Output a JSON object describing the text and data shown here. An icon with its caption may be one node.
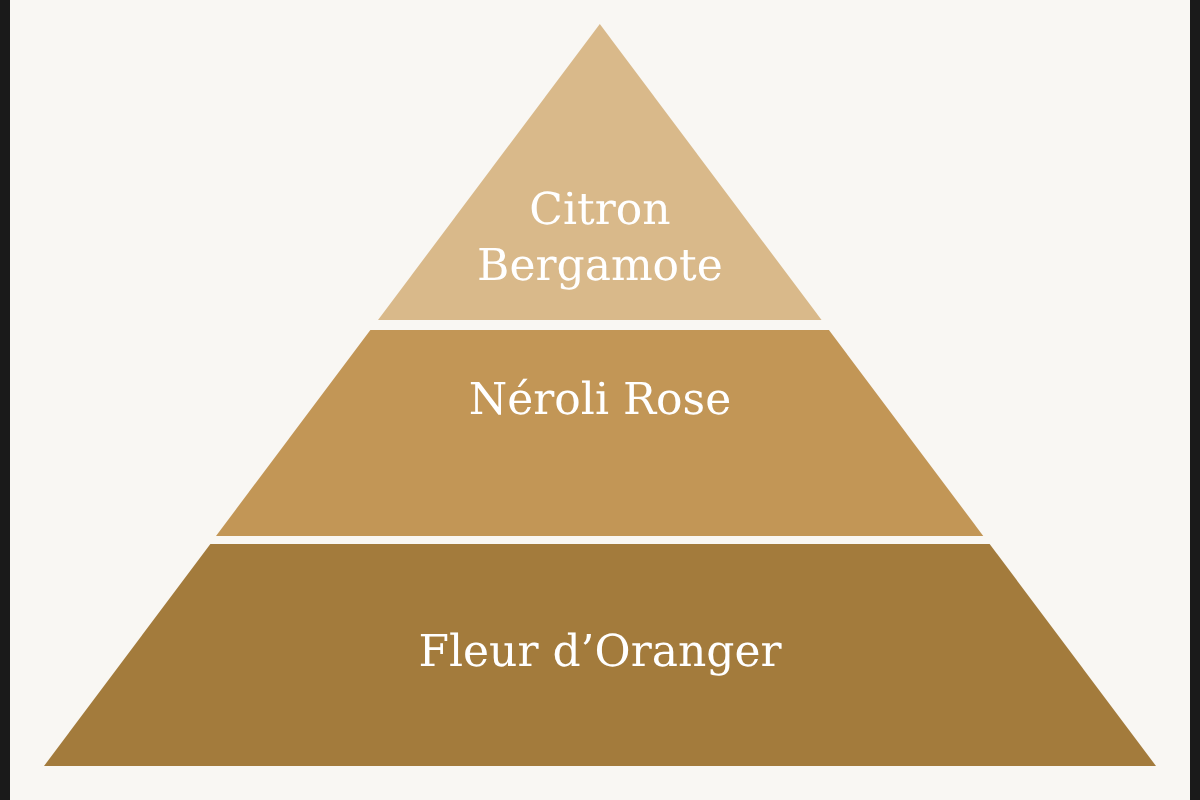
{
  "diagram": {
    "nodes": [
      {
        "text": [
          "Citron Bergamote"
        ]
      },
      {
        "text": [
          "Néroli Rose"
        ]
      },
      {
        "text": [
          "Fleur d’Oranger"
        ]
      }
    ]
  }
}
